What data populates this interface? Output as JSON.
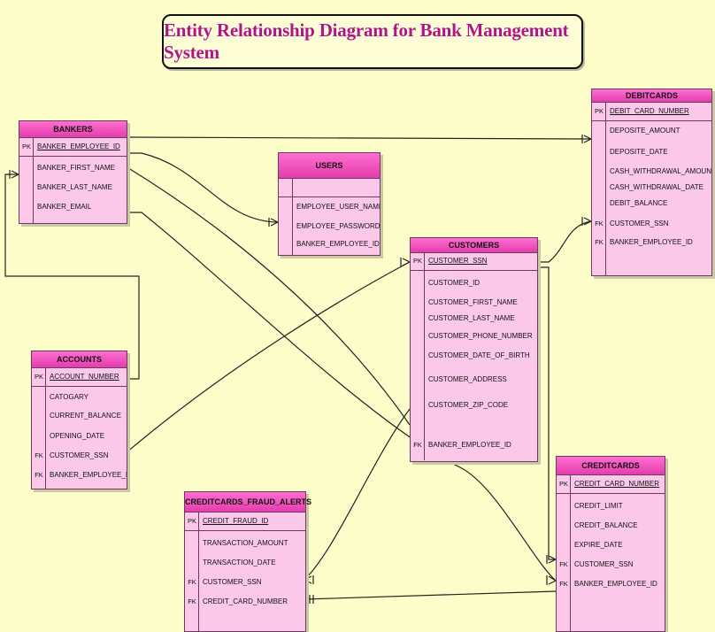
{
  "diagram": {
    "title": "Entity Relationship Diagram for Bank Management System",
    "entities": {
      "bankers": {
        "name": "BANKERS",
        "pk": {
          "key": "PK",
          "attr": "BANKER_EMPLOYEE_ID"
        },
        "attrs": [
          "BANKER_FIRST_NAME",
          "BANKER_LAST_NAME",
          "BANKER_EMAIL"
        ]
      },
      "users": {
        "name": "USERS",
        "attrs": [
          "EMPLOYEE_USER_NAME",
          "EMPLOYEE_PASSWORD",
          "BANKER_EMPLOYEE_ID"
        ]
      },
      "debitcards": {
        "name": "DEBITCARDS",
        "pk": {
          "key": "PK",
          "attr": "DEBIT_CARD_NUMBER"
        },
        "attrs": [
          "DEPOSITE_AMOUNT",
          "DEPOSITE_DATE",
          "CASH_WITHDRAWAL_AMOUNT",
          "CASH_WITHDRAWAL_DATE",
          "DEBIT_BALANCE",
          "CUSTOMER_SSN",
          "BANKER_EMPLOYEE_ID"
        ],
        "fk_a": "FK",
        "fk_b": "FK"
      },
      "customers": {
        "name": "CUSTOMERS",
        "pk": {
          "key": "PK",
          "attr": "CUSTOMER_SSN"
        },
        "attrs": [
          "CUSTOMER_ID",
          "CUSTOMER_FIRST_NAME",
          "CUSTOMER_LAST_NAME",
          "CUSTOMER_PHONE_NUMBER",
          "CUSTOMER_DATE_OF_BIRTH",
          "CUSTOMER_ADDRESS",
          "CUSTOMER_ZIP_CODE",
          "BANKER_EMPLOYEE_ID"
        ],
        "fk_a": "FK"
      },
      "accounts": {
        "name": "ACCOUNTS",
        "pk": {
          "key": "PK",
          "attr": "ACCOUNT_NUMBER"
        },
        "attrs": [
          "CATOGARY",
          "CURRENT_BALANCE",
          "OPENING_DATE",
          "CUSTOMER_SSN",
          "BANKER_EMPLOYEE_ID"
        ],
        "fk_a": "FK",
        "fk_b": "FK"
      },
      "fraud": {
        "name": "CREDITCARDS_FRAUD_ALERTS",
        "pk": {
          "key": "PK",
          "attr": "CREDIT_FRAUD_ID"
        },
        "attrs": [
          "TRANSACTION_AMOUNT",
          "TRANSACTION_DATE",
          "CUSTOMER_SSN",
          "CREDIT_CARD_NUMBER"
        ],
        "fk_a": "FK",
        "fk_b": "FK"
      },
      "creditcards": {
        "name": "CREDITCARDS",
        "pk": {
          "key": "PK",
          "attr": "CREDIT_CARD_NUMBER"
        },
        "attrs": [
          "CREDIT_LIMIT",
          "CREDIT_BALANCE",
          "EXPIRE_DATE",
          "CUSTOMER_SSN",
          "BANKER_EMPLOYEE_ID"
        ],
        "fk_a": "FK",
        "fk_b": "FK"
      }
    }
  }
}
